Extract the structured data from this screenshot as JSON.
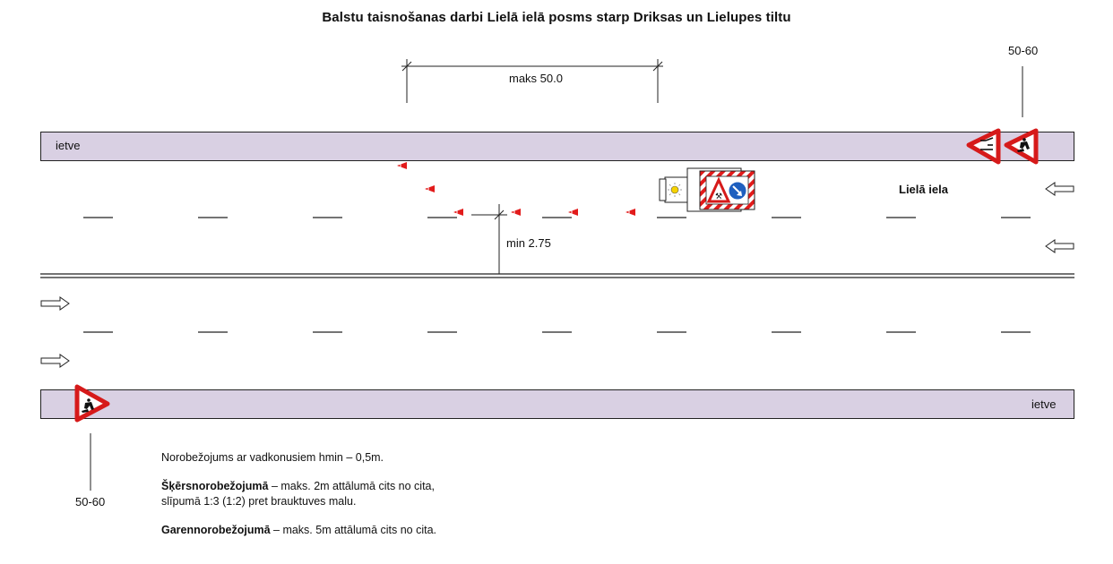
{
  "title": "Balstu taisnošanas darbi Lielā ielā posms starp Driksas un Lielupes tiltu",
  "sidewalk_top_label": "ietve",
  "sidewalk_bottom_label": "ietve",
  "street_label": "Lielā iela",
  "dimension_max": "maks 50.0",
  "dimension_min": "min 2.75",
  "sign_distance_top": "50-60",
  "sign_distance_bottom": "50-60",
  "notes": {
    "line1": "Norobežojums ar vadkonusiem hmin – 0,5m.",
    "cross_bold": "Šķērsnorobežojumā",
    "cross_text": " – maks. 2m attālumā cits no cita, slīpumā 1:3 (1:2) pret brauktuves malu.",
    "long_bold": "Garennorobežojumā",
    "long_text": " – maks. 5m attālumā cits no cita."
  },
  "colors": {
    "sidewalk": "#d9d0e3",
    "sign_red": "#d61a1a",
    "sign_blue": "#1e5fbf"
  },
  "icons": [
    "warning-triangle-road-narrows-icon",
    "warning-triangle-roadworks-icon",
    "traffic-cone-icon",
    "work-vehicle-icon",
    "direction-arrow-icon"
  ]
}
